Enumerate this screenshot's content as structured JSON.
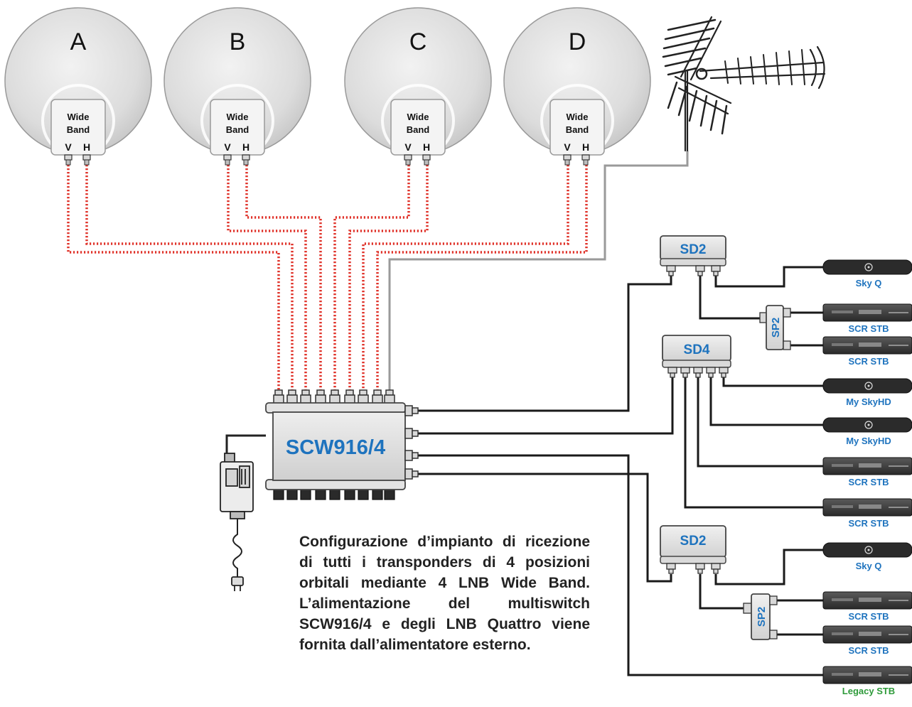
{
  "dishes": [
    {
      "letter": "A",
      "lnb_line1": "Wide",
      "lnb_line2": "Band",
      "port_v": "V",
      "port_h": "H"
    },
    {
      "letter": "B",
      "lnb_line1": "Wide",
      "lnb_line2": "Band",
      "port_v": "V",
      "port_h": "H"
    },
    {
      "letter": "C",
      "lnb_line1": "Wide",
      "lnb_line2": "Band",
      "port_v": "V",
      "port_h": "H"
    },
    {
      "letter": "D",
      "lnb_line1": "Wide",
      "lnb_line2": "Band",
      "port_v": "V",
      "port_h": "H"
    }
  ],
  "multiswitch": {
    "label": "SCW916/4"
  },
  "splitters": [
    {
      "label": "SD2"
    },
    {
      "label": "SD4"
    },
    {
      "label": "SD2"
    },
    {
      "label": "SP2"
    },
    {
      "label": "SP2"
    }
  ],
  "devices": [
    {
      "label": "Sky Q",
      "kind": "skyq"
    },
    {
      "label": "SCR STB",
      "kind": "stb"
    },
    {
      "label": "SCR STB",
      "kind": "stb"
    },
    {
      "label": "My SkyHD",
      "kind": "skyhd"
    },
    {
      "label": "My SkyHD",
      "kind": "skyhd"
    },
    {
      "label": "SCR STB",
      "kind": "stb"
    },
    {
      "label": "SCR STB",
      "kind": "stb"
    },
    {
      "label": "Sky Q",
      "kind": "skyq"
    },
    {
      "label": "SCR STB",
      "kind": "stb"
    },
    {
      "label": "SCR STB",
      "kind": "stb"
    },
    {
      "label": "Legacy STB",
      "kind": "stb"
    }
  ],
  "caption": "Configurazione d’impianto di ricezione di tutti i transponders di 4 posizioni orbitali mediante 4 LNB Wide Band. L’alimentazione del multiswitch SCW916/4 e degli LNB Quattro viene fornita dall’alimentatore esterno.",
  "colors": {
    "accent_blue": "#1e73be",
    "legacy_green": "#2e9a3a",
    "satellite_cable": "#e0342b",
    "terrestrial_cable": "#9a9a9a",
    "coax_cable": "#1a1a1a"
  },
  "icons": [
    "satellite-dish-icon",
    "terrestrial-antenna-icon",
    "power-supply-icon",
    "set-top-box-icon"
  ]
}
